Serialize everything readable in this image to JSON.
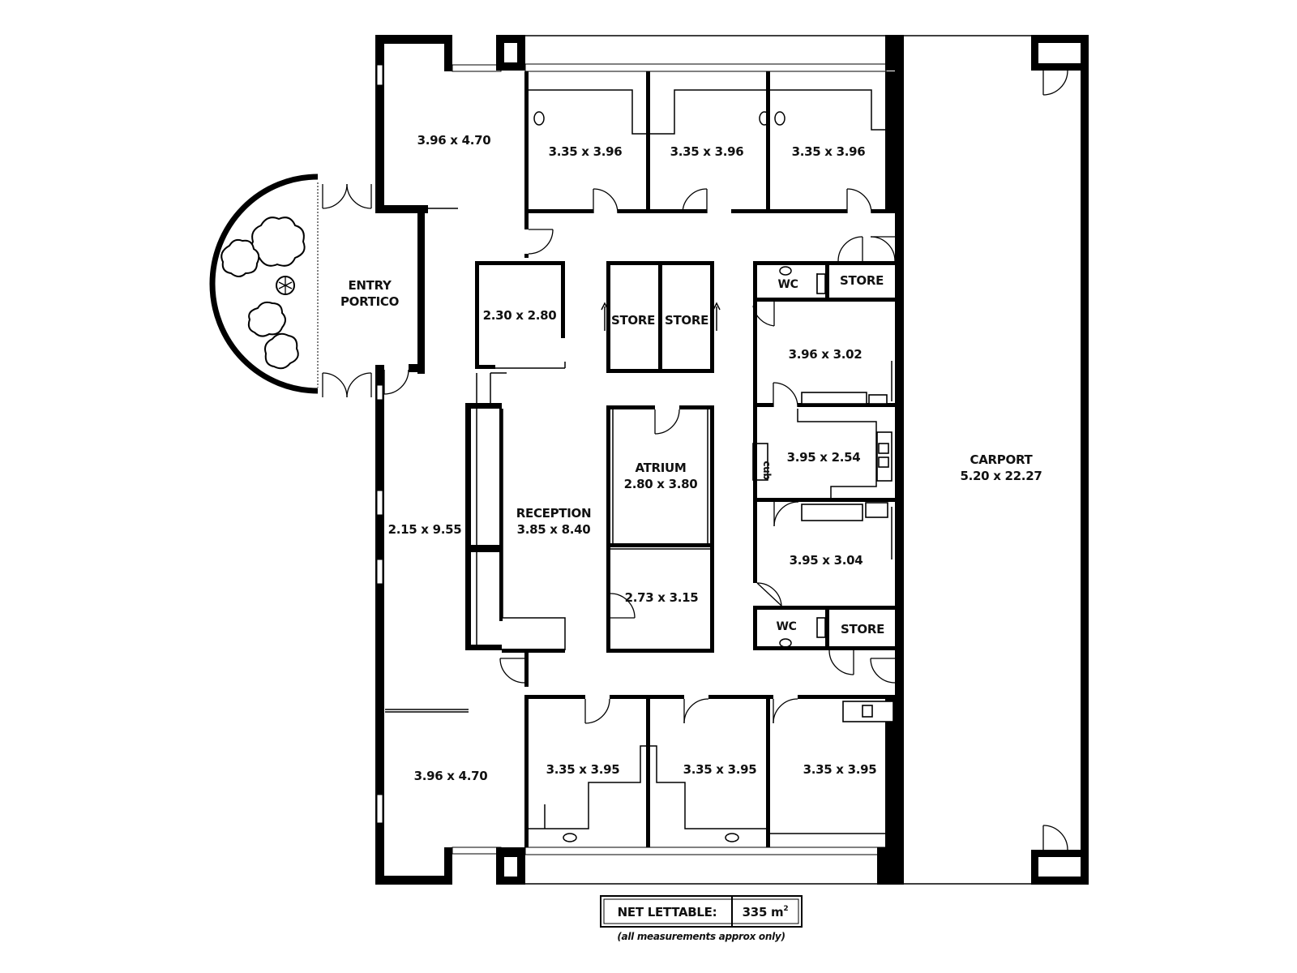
{
  "rooms": {
    "office_nw": "3.96 x 4.70",
    "office_n1": "3.35 x 3.96",
    "office_n2": "3.35 x 3.96",
    "office_n3": "3.35 x 3.96",
    "entry_line1": "ENTRY",
    "entry_line2": "PORTICO",
    "room_230": "2.30 x 2.80",
    "store_left": "STORE",
    "store_right": "STORE",
    "wc_top": "WC",
    "store_top": "STORE",
    "room_302": "3.96 x 3.02",
    "room_254": "3.95 x 2.54",
    "cub": "cub",
    "atrium_line1": "ATRIUM",
    "atrium_line2": "2.80 x 3.80",
    "reception_line1": "RECEPTION",
    "reception_line2": "3.85 x 8.40",
    "corridor": "2.15 x 9.55",
    "room_304": "3.95 x 3.04",
    "room_273": "2.73 x 3.15",
    "wc_bottom": "WC",
    "store_bottom": "STORE",
    "office_sw": "3.96 x 4.70",
    "office_s1": "3.35 x 3.95",
    "office_s2": "3.35 x 3.95",
    "office_s3": "3.35 x 3.95",
    "carport_line1": "CARPORT",
    "carport_line2": "5.20 x 22.27"
  },
  "footer": {
    "label": "NET LETTABLE:",
    "value": "335 m",
    "unit_sup": "2",
    "note": "(all measurements approx only)"
  }
}
